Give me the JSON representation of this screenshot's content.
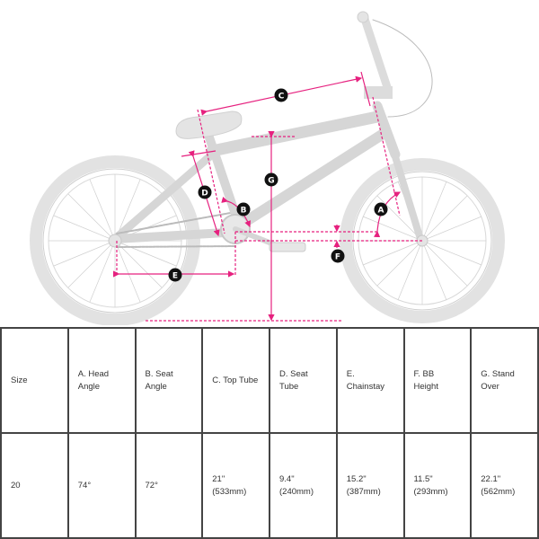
{
  "diagram": {
    "title": "BMX bike geometry diagram",
    "accent_color": "#e6217f",
    "frame_color": "#d4d4d4",
    "markers": [
      {
        "letter": "A",
        "meaning": "Head Angle"
      },
      {
        "letter": "B",
        "meaning": "Seat Angle"
      },
      {
        "letter": "C",
        "meaning": "Top Tube"
      },
      {
        "letter": "D",
        "meaning": "Seat Tube"
      },
      {
        "letter": "E",
        "meaning": "Chainstay"
      },
      {
        "letter": "F",
        "meaning": "BB Height"
      },
      {
        "letter": "G",
        "meaning": "Stand Over"
      }
    ]
  },
  "table": {
    "headers": [
      "Size",
      "A. Head Angle",
      "B. Seat Angle",
      "C. Top Tube",
      "D. Seat Tube",
      "E. Chainstay",
      "F. BB Height",
      "G. Stand Over"
    ],
    "rows": [
      [
        "20",
        "74°",
        "72°",
        "21\" (533mm)",
        "9.4\" (240mm)",
        "15.2\" (387mm)",
        "11.5\" (293mm)",
        "22.1\" (562mm)"
      ]
    ]
  }
}
